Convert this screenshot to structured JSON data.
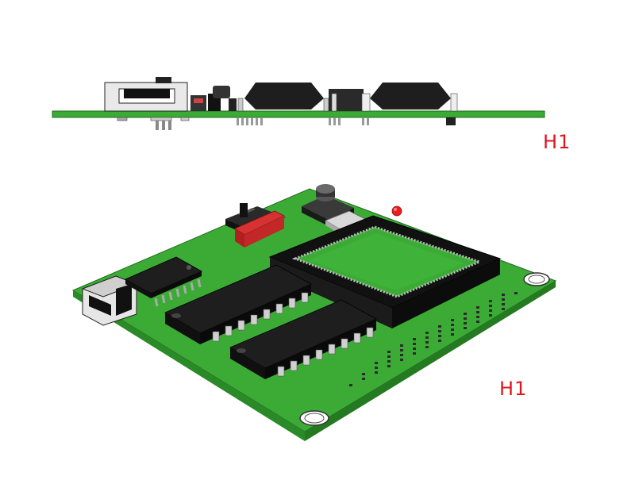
{
  "labels": {
    "side_view": "H1",
    "iso_view": "H1"
  },
  "colors": {
    "pcb": "#3cab36",
    "pcb_edge": "#2a8a27",
    "chip": "#1e1e1e",
    "pin": "#c8c8c8",
    "switch_red": "#d63232",
    "label": "#e1141e"
  },
  "views": [
    {
      "name": "side-view",
      "description_visible": false
    },
    {
      "name": "isometric-view",
      "description_visible": false
    }
  ]
}
